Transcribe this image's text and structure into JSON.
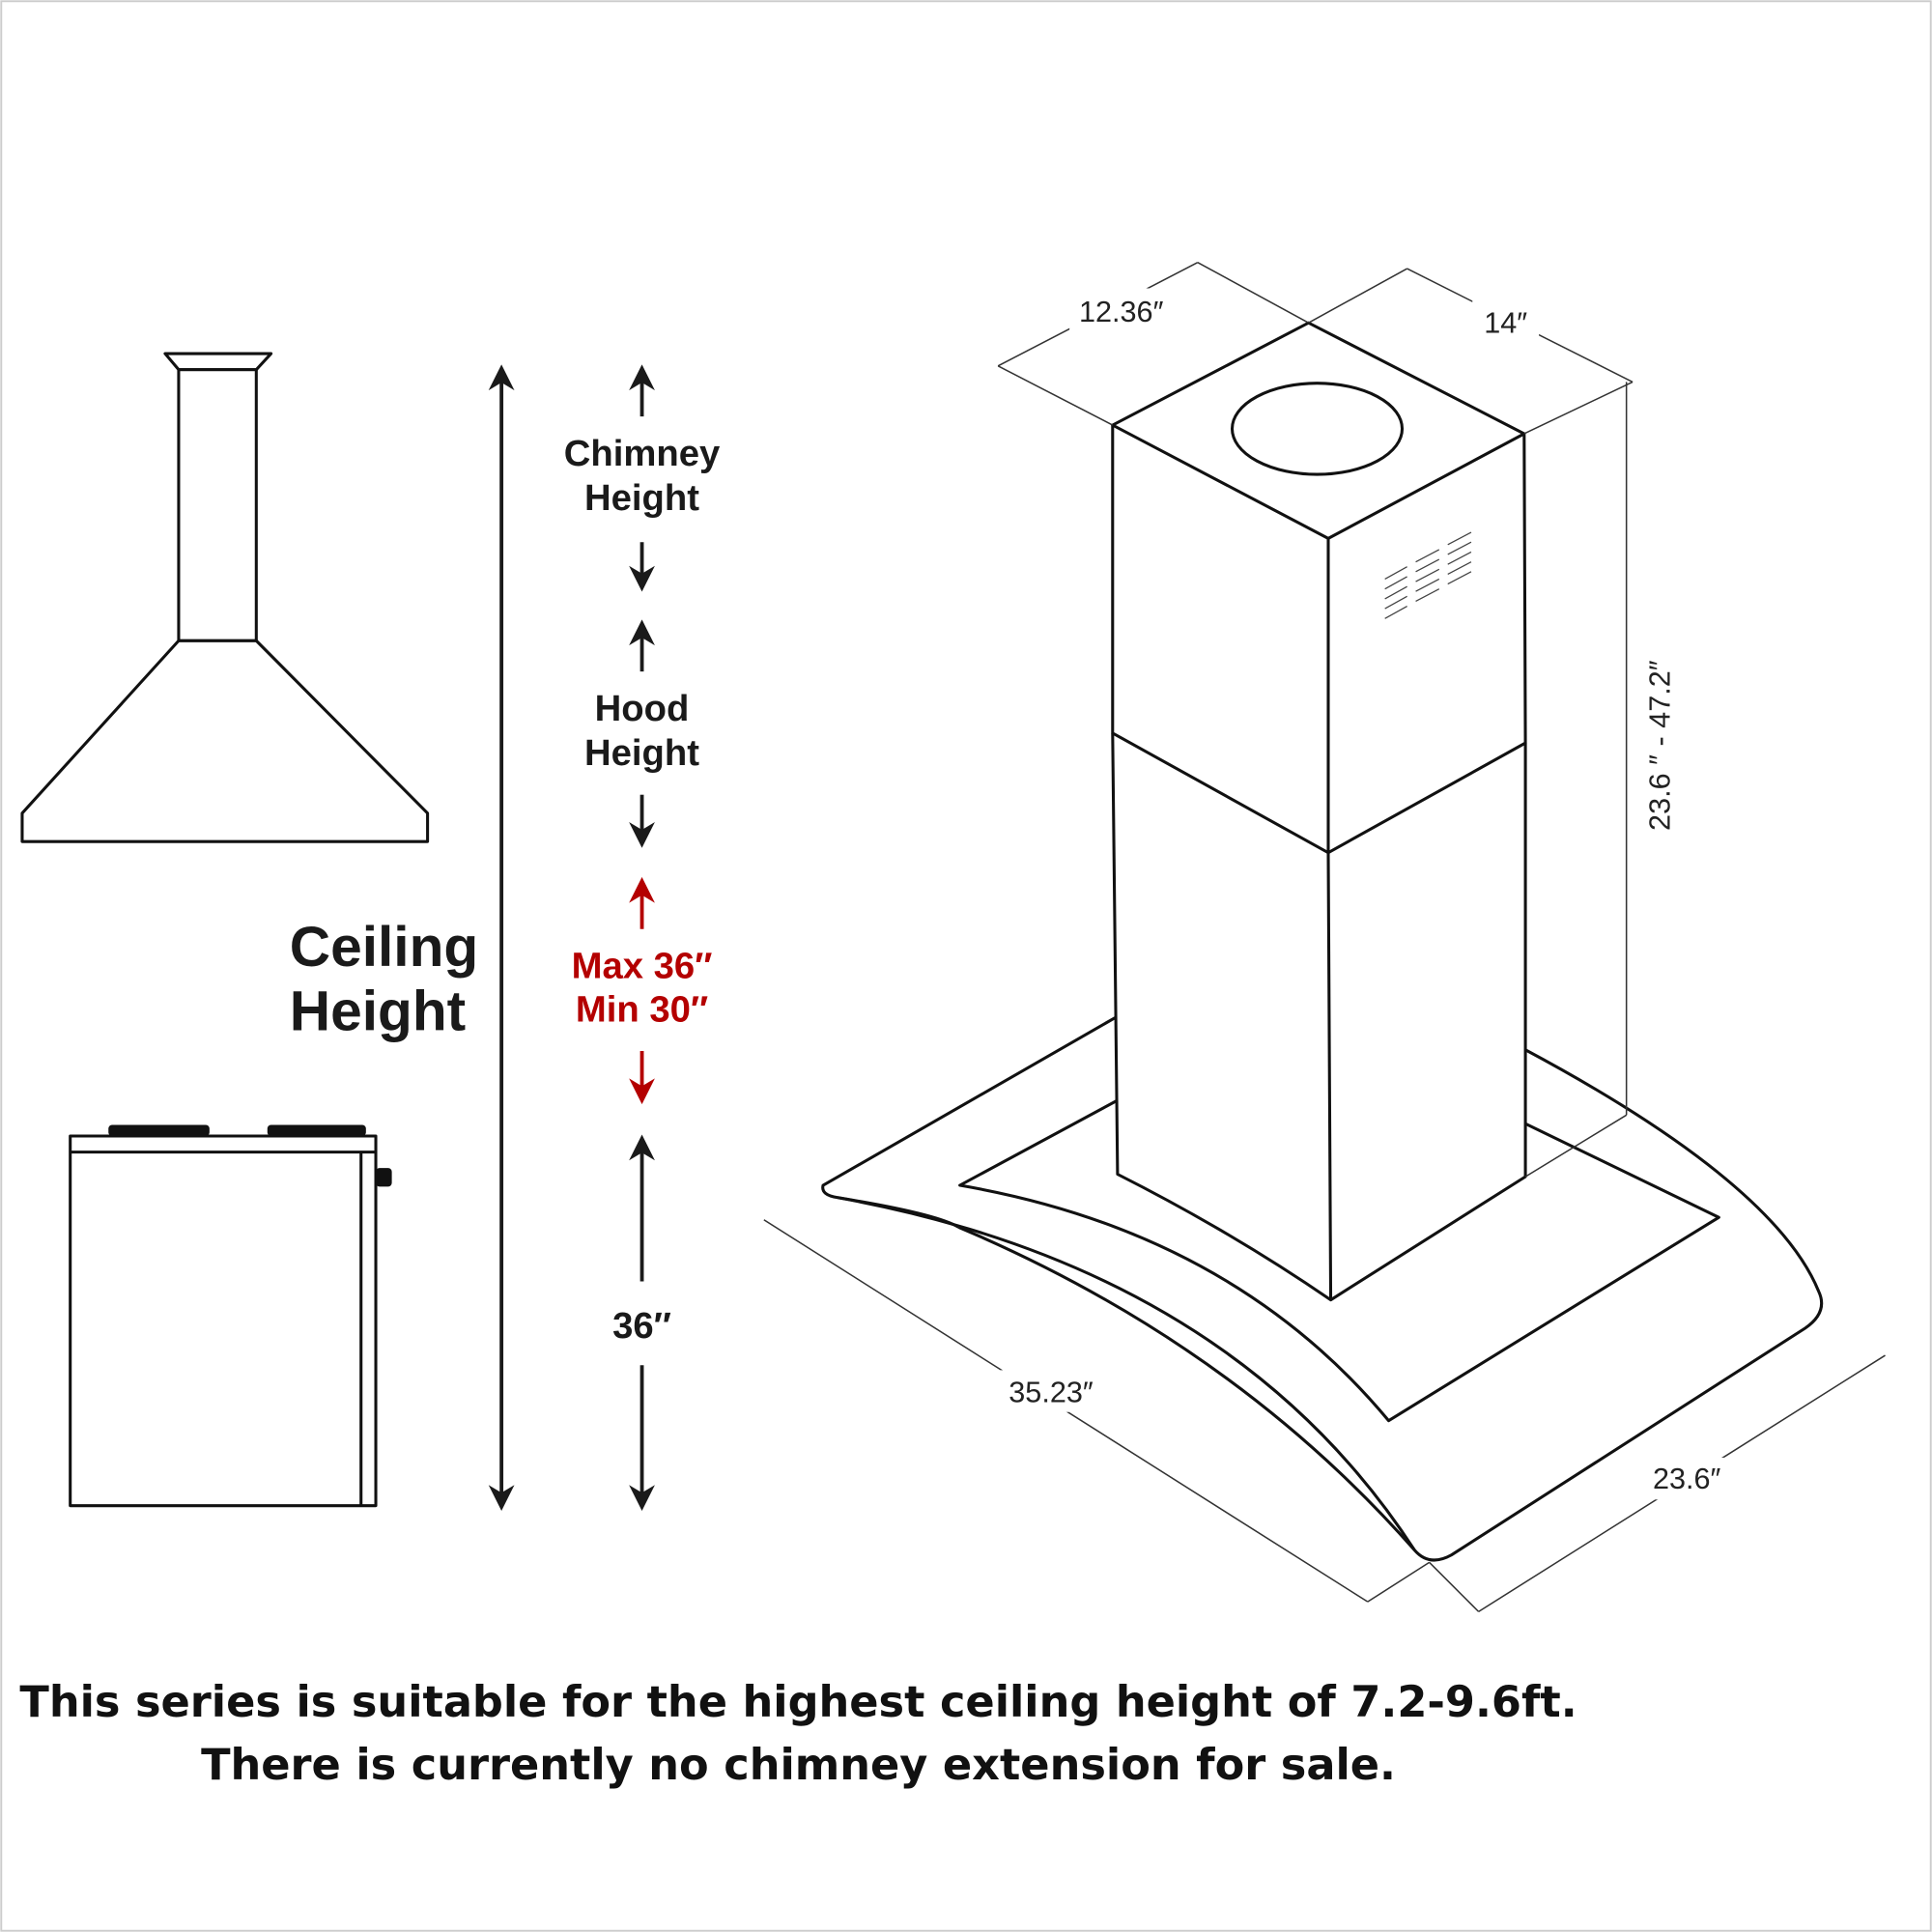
{
  "left": {
    "ceiling_label_line1": "Ceiling",
    "ceiling_label_line2": "Height"
  },
  "labels": {
    "chimney_line1": "Chimney",
    "chimney_line2": "Height",
    "hood_line1": "Hood",
    "hood_line2": "Height",
    "max": "Max 36″",
    "min": "Min 30″",
    "counter_height": "36″"
  },
  "dimensions": {
    "chimney_depth": "12.36″",
    "chimney_width": "14″",
    "chimney_height_range": "23.6 ″  -  47.2″",
    "canopy_width": "35.23″",
    "canopy_depth": "23.6″"
  },
  "notes": {
    "line1": "This series is suitable for the highest ceiling height of 7.2-9.6ft.",
    "line2": "There is currently no chimney extension for sale."
  },
  "colors": {
    "accent_red": "#b40000",
    "ink": "#111111"
  }
}
